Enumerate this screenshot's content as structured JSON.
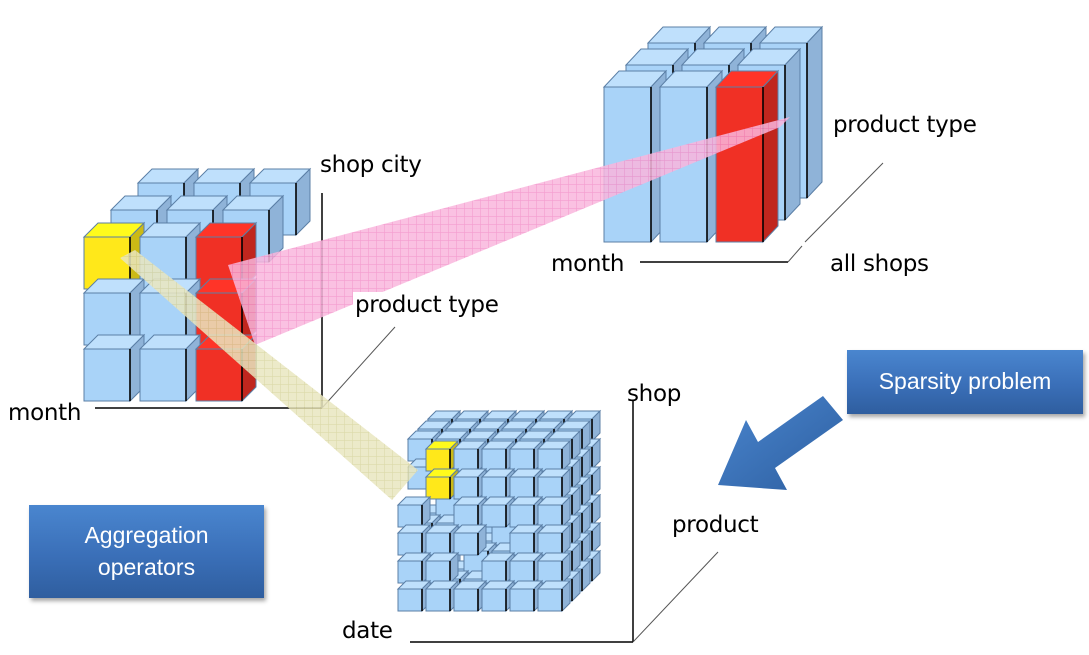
{
  "diagram": {
    "title": "OLAP data cube aggregation",
    "cube_left": {
      "axis_labels": {
        "vertical": "shop city",
        "horizontal": "month",
        "depth": "product type"
      },
      "grid": [
        3,
        3,
        3
      ],
      "highlight_colors": {
        "yellow": "#ffe81a",
        "red": "#f03025"
      }
    },
    "cube_top_right": {
      "axis_labels": {
        "horizontal": "month",
        "depth_top": "product type",
        "depth_bottom": "all shops"
      },
      "grid": [
        3,
        3
      ],
      "highlight_colors": {
        "red": "#f03025"
      }
    },
    "cube_bottom": {
      "axis_labels": {
        "vertical": "shop",
        "horizontal": "date",
        "depth": "product"
      },
      "highlight_colors": {
        "yellow": "#ffe81a"
      }
    },
    "callouts": {
      "aggregation": {
        "line1": "Aggregation",
        "line2": "operators"
      },
      "sparsity": {
        "label": "Sparsity problem"
      }
    },
    "colors": {
      "cube_front": "#a9d3f8",
      "cube_top": "#bfe0fc",
      "cube_side": "#8fb3d8",
      "cube_edge": "#5b7fa6",
      "beam_pink": "#f7a8d6",
      "beam_khaki": "#e2e0b0",
      "callout_blue": "#3a6fb8"
    }
  }
}
